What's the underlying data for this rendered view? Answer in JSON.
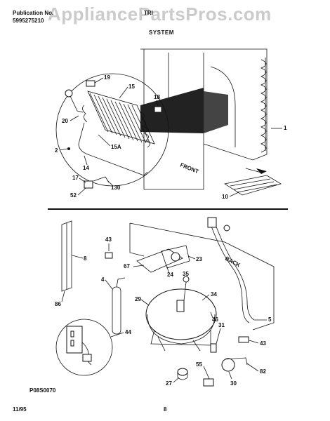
{
  "header": {
    "publication_label": "Publication No.",
    "publication_number": "5995275210",
    "model": "TRI",
    "section_title": "SYSTEM",
    "watermark": "AppliancePartsPros.com"
  },
  "top_diagram": {
    "callouts": [
      "19",
      "15",
      "18",
      "20",
      "15A",
      "1",
      "2",
      "14",
      "17",
      "130",
      "52",
      "10"
    ],
    "front_label": "FRONT"
  },
  "bottom_diagram": {
    "callouts": [
      "8",
      "43",
      "67",
      "24",
      "23",
      "4",
      "86",
      "29",
      "35",
      "34",
      "46",
      "5",
      "44",
      "31",
      "43",
      "55",
      "82",
      "27",
      "30"
    ],
    "back_label": "BACK"
  },
  "footer": {
    "diagram_code": "P08S0070",
    "date": "11/95",
    "page": "8"
  }
}
